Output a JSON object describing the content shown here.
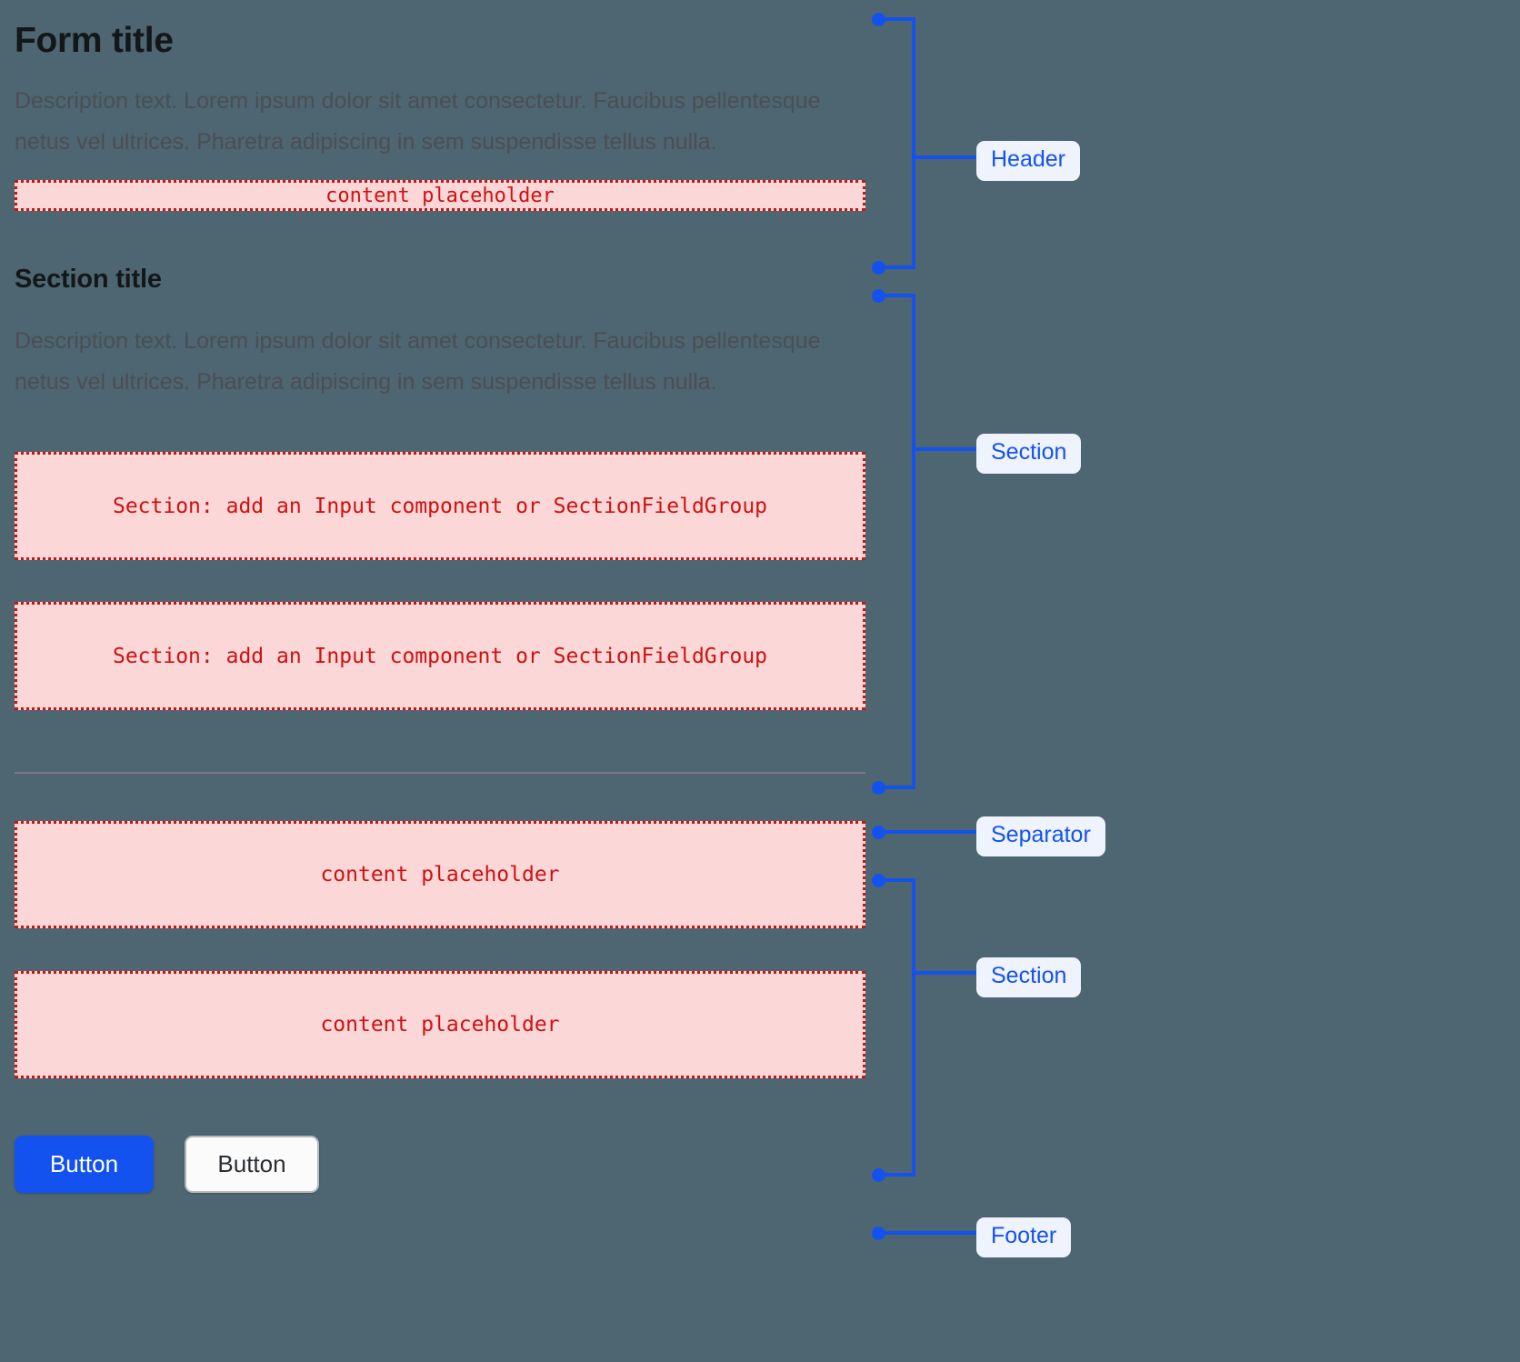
{
  "background_color": "#4d6671",
  "accent_color": "#1452f0",
  "placeholder_color": "#cf1111",
  "placeholder_fill": "#fbd7d7",
  "badge_fill": "#eef3fe",
  "header": {
    "title": "Form title",
    "description": "Description text. Lorem ipsum dolor sit amet consectetur. Faucibus pellentesque netus vel ultrices. Pharetra adipiscing in sem suspendisse tellus nulla.",
    "placeholder": "content placeholder"
  },
  "section": {
    "title": "Section title",
    "description": "Description text. Lorem ipsum dolor sit amet consectetur. Faucibus pellentesque netus vel ultrices. Pharetra adipiscing in sem suspendisse tellus nulla.",
    "field_placeholder_1": "Section: add an Input component or SectionFieldGroup",
    "field_placeholder_2": "Section: add an Input component or SectionFieldGroup"
  },
  "section2": {
    "placeholder_1": "content placeholder",
    "placeholder_2": "content placeholder"
  },
  "footer": {
    "primary_button": "Button",
    "secondary_button": "Button"
  },
  "annotations": {
    "header_label": "Header",
    "section_label": "Section",
    "separator_label": "Separator",
    "section2_label": "Section",
    "footer_label": "Footer"
  }
}
